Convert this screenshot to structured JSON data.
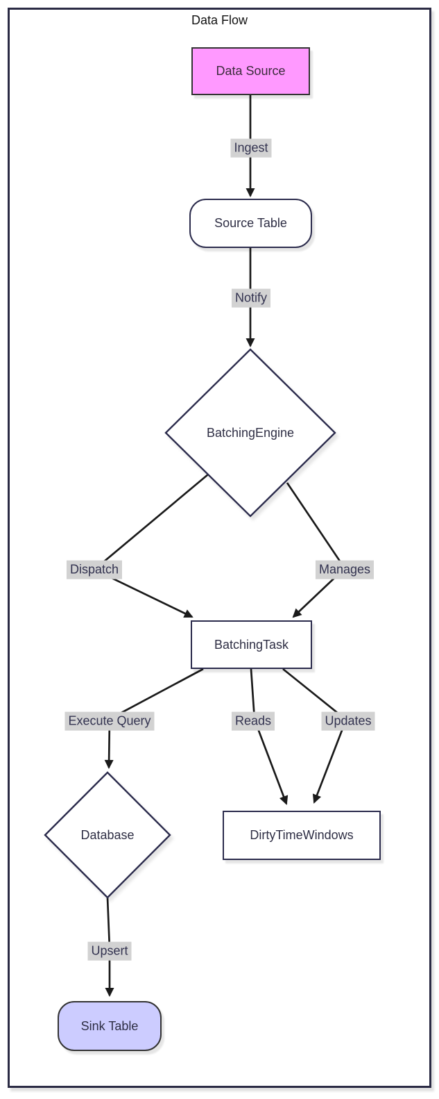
{
  "diagram": {
    "title": "Data Flow",
    "type": "flowchart",
    "nodes": [
      {
        "id": "data-source",
        "label": "Data Source",
        "shape": "rectangle",
        "fill": "#ff99ff",
        "stroke": "#333333"
      },
      {
        "id": "source-table",
        "label": "Source Table",
        "shape": "rounded-rectangle",
        "fill": "#ffffff",
        "stroke": "#2b2b4c"
      },
      {
        "id": "batching-engine",
        "label": "BatchingEngine",
        "shape": "diamond",
        "fill": "#ffffff",
        "stroke": "#2b2b4c"
      },
      {
        "id": "batching-task",
        "label": "BatchingTask",
        "shape": "rectangle",
        "fill": "#ffffff",
        "stroke": "#2b2b4c"
      },
      {
        "id": "database",
        "label": "Database",
        "shape": "diamond",
        "fill": "#ffffff",
        "stroke": "#2b2b4c"
      },
      {
        "id": "dirty-time-windows",
        "label": "DirtyTimeWindows",
        "shape": "rectangle",
        "fill": "#ffffff",
        "stroke": "#2b2b4c"
      },
      {
        "id": "sink-table",
        "label": "Sink Table",
        "shape": "rounded-rectangle",
        "fill": "#ccccff",
        "stroke": "#333333"
      }
    ],
    "edges": [
      {
        "from": "data-source",
        "to": "source-table",
        "label": "Ingest"
      },
      {
        "from": "source-table",
        "to": "batching-engine",
        "label": "Notify"
      },
      {
        "from": "batching-engine",
        "to": "batching-task",
        "label": "Dispatch"
      },
      {
        "from": "batching-engine",
        "to": "batching-task",
        "label": "Manages"
      },
      {
        "from": "batching-task",
        "to": "database",
        "label": "Execute Query"
      },
      {
        "from": "batching-task",
        "to": "dirty-time-windows",
        "label": "Reads"
      },
      {
        "from": "batching-task",
        "to": "dirty-time-windows",
        "label": "Updates"
      },
      {
        "from": "database",
        "to": "sink-table",
        "label": "Upsert"
      }
    ],
    "colors": {
      "frame_border": "#2b2b44",
      "edge_line": "#1a1a1a",
      "edge_label_background": "#d2d2d2",
      "edge_label_text": "#333350",
      "node_text": "#2e2e44",
      "background": "#ffffff"
    }
  }
}
